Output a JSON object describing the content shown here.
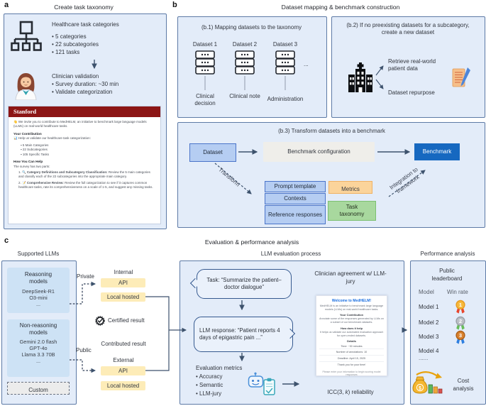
{
  "colors": {
    "panel_blue": "#e3ecf9",
    "panel_border": "#5d7aa6",
    "stanford_red": "#8c1515",
    "component_blue": "#b5cdf2",
    "benchmark_blue": "#1668c0",
    "metrics_orange": "#fbd49b",
    "taxonomy_green": "#a8d89e",
    "api_yellow": "#fdecb8",
    "bubble_border": "#35598f"
  },
  "panel_a": {
    "label": "a",
    "title": "Create task taxonomy",
    "categories_title": "Healthcare task categories",
    "categories_bullets": [
      "• 5 categories",
      "• 22 subcategories",
      "• 121 tasks"
    ],
    "validation_title": "Clinician validation",
    "validation_bullets": [
      "• Survey duration: ~30 min",
      "• Validate categorization"
    ],
    "survey": {
      "brand": "Stanford",
      "intro": "👋 We invite you to contribute to MedHELM, an initiative to benchmark large language models (LLMs) on real-world healthcare tasks.",
      "contribution_title": "Your Contribution",
      "contribution_lead": "📊 Help us validate our healthcare task categorization:",
      "contribution_bullets": [
        "▪ 5 Main Categories",
        "▪ 22 Subcategories",
        "▪ 105 Specific Tasks"
      ],
      "help_title": "How You Can Help",
      "help_lead": "The survey has two parts:",
      "items": [
        {
          "lead": "1. 🔍 ",
          "bold": "Category Definitions and Subcategory Classification:",
          "rest": " Review the 5 main categories and classify each of the 22 subcategories into the appropriate main category."
        },
        {
          "lead": "2. 📝 ",
          "bold": "Comprehensive Review:",
          "rest": " Review the full categorization to see if it captures common healthcare tasks, rate its comprehensiveness on a scale of 1-5, and suggest any missing tasks."
        }
      ]
    }
  },
  "panel_b": {
    "label": "b",
    "title": "Dataset mapping & benchmark construction",
    "b1": {
      "title": "(b.1) Mapping datasets to the taxonomy",
      "datasets": [
        {
          "name": "Dataset 1",
          "category": "Clinical decision"
        },
        {
          "name": "Dataset 2",
          "category": "Clinical note"
        },
        {
          "name": "Dataset 3",
          "category": "Administration"
        }
      ],
      "ellipsis": "..."
    },
    "b2": {
      "title": "(b.2) If no preexisting datasets for a subcategory, create a new dataset",
      "option_top": "Retrieve real-world patient data",
      "option_bottom": "Dataset repurpose"
    },
    "b3": {
      "title": "(b.3) Transform datasets into a benchmark",
      "dataset_box": "Dataset",
      "config_box": "Benchmark configuration",
      "benchmark_box": "Benchmark",
      "transform_label": "Transform",
      "components": [
        "Prompt template",
        "Contexts",
        "Reference responses"
      ],
      "metrics_box": "Metrics",
      "taxonomy_box": "Task taxonomy",
      "integration_label": "Integration to framework"
    }
  },
  "panel_c": {
    "label": "c",
    "title": "Evaluation & performance analysis",
    "supported": {
      "title": "Supported LLMs",
      "reasoning_title": "Reasoning models",
      "reasoning_models": [
        "DeepSeek-R1",
        "O3-mini",
        "..."
      ],
      "non_reasoning_title": "Non-reasoning models",
      "non_reasoning_models": [
        "Gemini 2.0 flash",
        "GPT-4o",
        "Llama 3.3 70B",
        "..."
      ],
      "custom": "Custom"
    },
    "access": {
      "private_label": "Private",
      "public_label": "Public",
      "internal_title": "Internal",
      "external_title": "External",
      "api": "API",
      "local_hosted": "Local hosted",
      "api_ext": "API",
      "local_hosted_ext": "Local hosted",
      "certified": "Certified result",
      "contributed": "Contributed result"
    },
    "process": {
      "title": "LLM evaluation process",
      "task_bubble": "Task: “Summarize the patient–doctor dialogue”",
      "response_bubble": "LLM response: “Patient reports 4 days of epigastric pain ...”",
      "metrics_title": "Evaluation metrics",
      "metrics": [
        "• Accuracy",
        "• Semantic",
        "• LLM-jury"
      ],
      "agreement": "Clinician agreement w/ LLM-jury",
      "icc_pre": "ICC(3, ",
      "icc_k": "k",
      "icc_post": ") reliability"
    },
    "form": {
      "title": "Welcome to MedHELM!",
      "intro": "MedHELM is an initiative to benchmark large language models (LLMs) on real-world healthcare tasks.",
      "s1_title": "Your Contribution",
      "s1_text": "Annotate some of the responses generated by LLMs on a subset of our benchmark datasets.",
      "s2_title": "How does it help",
      "s2_text": "It helps us validate our automated evaluation approach for open-ended datasets.",
      "s3_title": "Details",
      "details": [
        "Time: ~30 minutes",
        "Number of annotations: 10",
        "Deadline: April 15, 2025"
      ],
      "thanks": "Thank you for your time!",
      "footer": "Please enter your information to begin scoring model responses"
    },
    "performance": {
      "title": "Performance analysis",
      "leaderboard_title": "Public leaderboard",
      "col_model": "Model",
      "col_winrate": "Win rate",
      "rows": [
        {
          "name": "Model 1",
          "rank": "1"
        },
        {
          "name": "Model 2",
          "rank": "2"
        },
        {
          "name": "Model 3",
          "rank": "3"
        },
        {
          "name": "Model 4",
          "rank": ""
        }
      ],
      "more": "......",
      "cost": "Cost analysis",
      "dollar": "$"
    }
  }
}
